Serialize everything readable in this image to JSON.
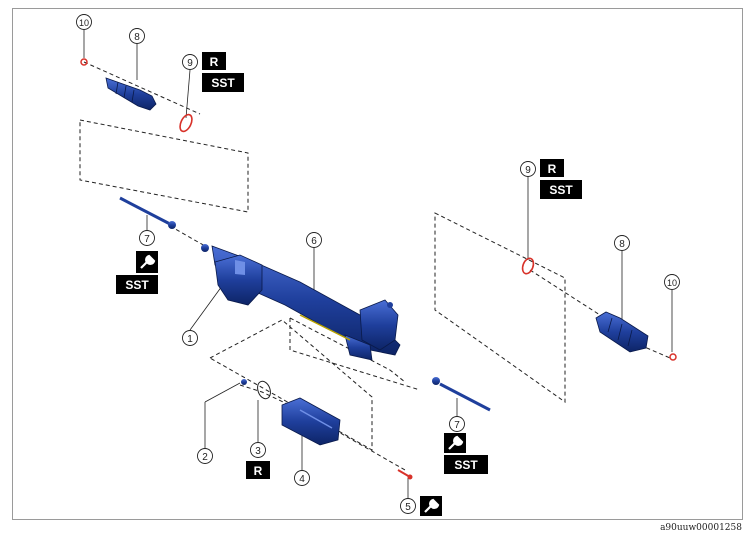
{
  "diagram": {
    "callouts": {
      "c1": "1",
      "c2": "2",
      "c3": "3",
      "c4": "4",
      "c5": "5",
      "c6": "6",
      "c7a": "7",
      "c7b": "7",
      "c8a": "8",
      "c8b": "8",
      "c9a": "9",
      "c9b": "9",
      "c10a": "10",
      "c10b": "10"
    },
    "badges": {
      "r_top": "R",
      "sst_top": "SST",
      "r_right": "R",
      "sst_right": "SST",
      "sst_left": "SST",
      "r_bottom": "R",
      "sst_bottom": "SST"
    },
    "icons": [
      "wrench-icon"
    ],
    "colors": {
      "part": "#1f3f9c",
      "seal": "#d8322a",
      "badge": "#000000"
    }
  },
  "footer": {
    "code": "a90uuw00001258"
  }
}
